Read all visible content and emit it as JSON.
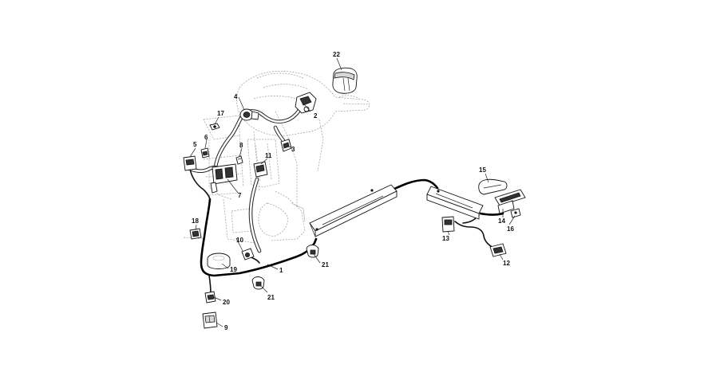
{
  "diagram": {
    "callouts": [
      {
        "id": "1",
        "label": "1"
      },
      {
        "id": "2",
        "label": "2"
      },
      {
        "id": "3",
        "label": "3"
      },
      {
        "id": "4",
        "label": "4"
      },
      {
        "id": "5",
        "label": "5"
      },
      {
        "id": "6",
        "label": "6"
      },
      {
        "id": "7",
        "label": "7"
      },
      {
        "id": "8",
        "label": "8"
      },
      {
        "id": "9",
        "label": "9"
      },
      {
        "id": "10",
        "label": "10"
      },
      {
        "id": "11",
        "label": "11"
      },
      {
        "id": "12",
        "label": "12"
      },
      {
        "id": "13",
        "label": "13"
      },
      {
        "id": "14",
        "label": "14"
      },
      {
        "id": "15",
        "label": "15"
      },
      {
        "id": "16",
        "label": "16"
      },
      {
        "id": "17",
        "label": "17"
      },
      {
        "id": "18",
        "label": "18"
      },
      {
        "id": "19",
        "label": "19"
      },
      {
        "id": "20",
        "label": "20"
      },
      {
        "id": "21a",
        "label": "21"
      },
      {
        "id": "21b",
        "label": "21"
      },
      {
        "id": "22",
        "label": "22"
      }
    ]
  }
}
